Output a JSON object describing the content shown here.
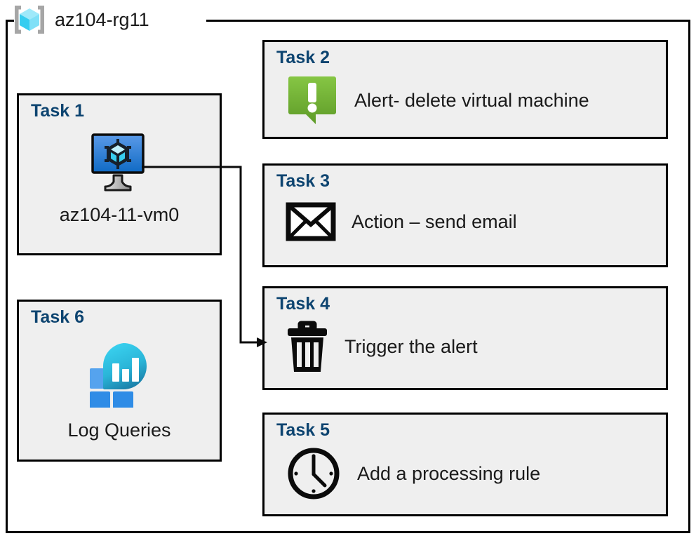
{
  "resource_group": {
    "name": "az104-rg11",
    "icon": "azure-resource-group-cube-icon"
  },
  "cards": [
    {
      "id": "task1",
      "title": "Task 1",
      "label": "az104-11-vm0",
      "icon": "virtual-machine-icon",
      "layout": "vertical"
    },
    {
      "id": "task2",
      "title": "Task 2",
      "label": "Alert- delete virtual machine",
      "icon": "alert-speech-bubble-icon",
      "layout": "horizontal"
    },
    {
      "id": "task3",
      "title": "Task 3",
      "label": "Action – send email",
      "icon": "envelope-icon",
      "layout": "horizontal"
    },
    {
      "id": "task4",
      "title": "Task 4",
      "label": "Trigger the alert",
      "icon": "trash-delete-icon",
      "layout": "horizontal"
    },
    {
      "id": "task5",
      "title": "Task 5",
      "label": "Add a processing rule",
      "icon": "clock-icon",
      "layout": "horizontal"
    },
    {
      "id": "task6",
      "title": "Task 6",
      "label": "Log Queries",
      "icon": "log-analytics-icon",
      "layout": "vertical"
    }
  ],
  "connector": {
    "from": "task1-vm-icon",
    "to": "task4-card",
    "style": "orthogonal-arrow"
  },
  "colors": {
    "card_background": "#efefef",
    "card_border": "#000000",
    "task_title": "#0d4470",
    "body_text": "#1a1a1a",
    "alert_green_light": "#82c341",
    "alert_green_dark": "#64a12c",
    "vm_blue_light": "#4a90e2",
    "vm_blue_dark": "#1069c4",
    "log_tile_blue": "#3b93e8",
    "log_tile_blue_light": "#55a3ee",
    "log_circle_cyan": "#32c8f0",
    "log_circle_teal": "#1a7fa8",
    "rg_cube_cyan": "#49d7f5",
    "rg_bracket_gray": "#a6a6a6",
    "page_background": "#ffffff"
  }
}
